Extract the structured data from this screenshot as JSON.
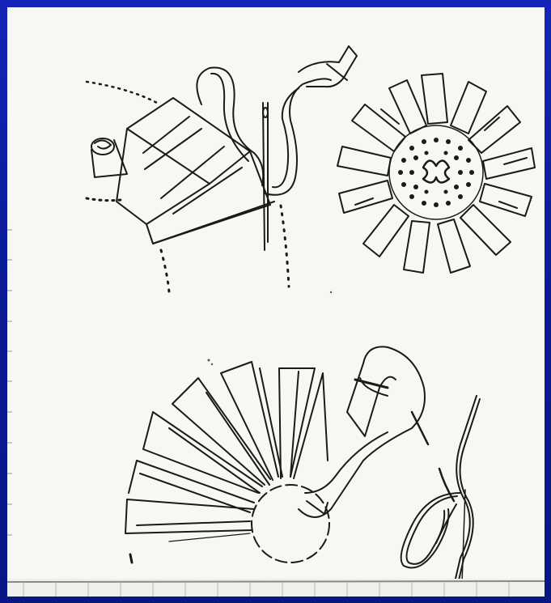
{
  "slide": {
    "description_label": "",
    "colors": {
      "frame": "#0b1c9a",
      "paper": "#f7f7f4",
      "ink": "#1a1a1a"
    },
    "figures": [
      {
        "name": "ribbon-fold-illustration"
      },
      {
        "name": "ribbon-flower-illustration"
      },
      {
        "name": "ribbon-fan-illustration"
      },
      {
        "name": "needle-thread-illustration"
      }
    ]
  }
}
